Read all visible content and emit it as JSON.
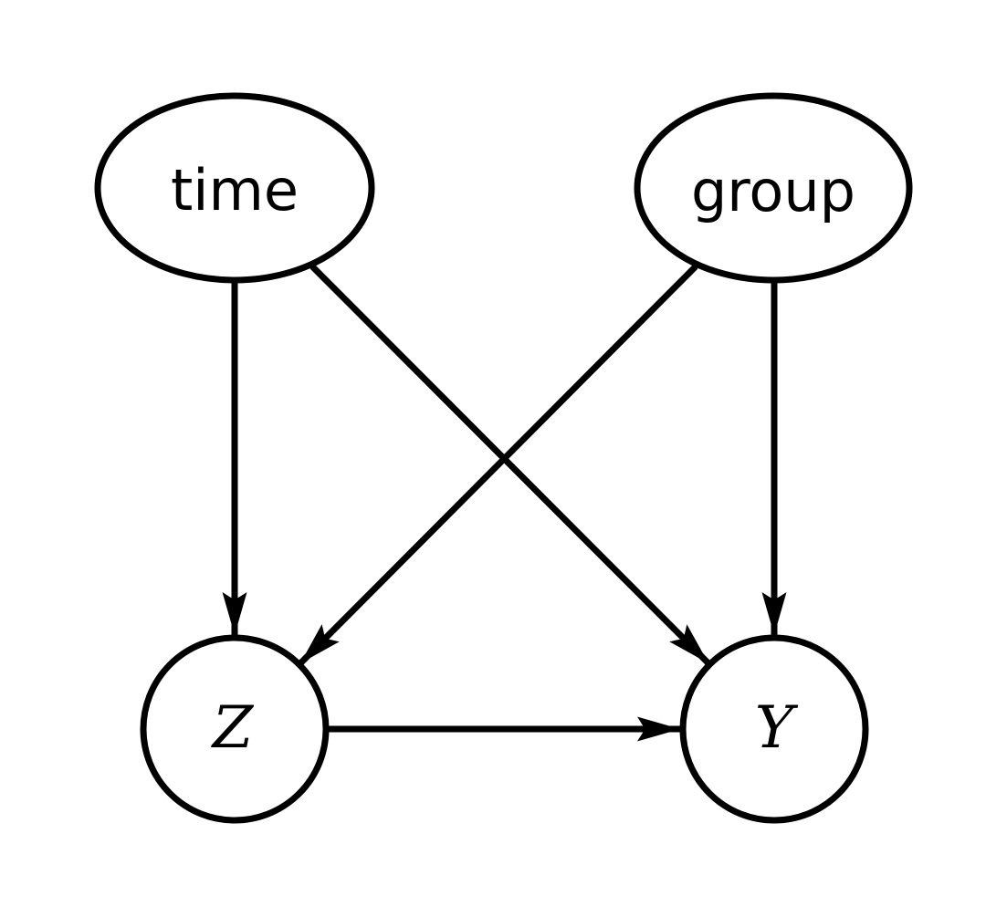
{
  "diagram": {
    "type": "directed-acyclic-graph",
    "background_color": "#ffffff",
    "line_color": "#000000",
    "nodes": [
      {
        "id": "time",
        "label": "time",
        "shape": "ellipse",
        "position": "top-left"
      },
      {
        "id": "group",
        "label": "group",
        "shape": "ellipse",
        "position": "top-right"
      },
      {
        "id": "Z",
        "label": "Z",
        "shape": "circle",
        "position": "bottom-left"
      },
      {
        "id": "Y",
        "label": "Y",
        "shape": "circle",
        "position": "bottom-right"
      }
    ],
    "edges": [
      {
        "from": "time",
        "to": "Z",
        "style": "arrow"
      },
      {
        "from": "time",
        "to": "Y",
        "style": "arrow"
      },
      {
        "from": "group",
        "to": "Z",
        "style": "arrow"
      },
      {
        "from": "group",
        "to": "Y",
        "style": "arrow"
      },
      {
        "from": "Z",
        "to": "Y",
        "style": "arrow"
      }
    ]
  }
}
